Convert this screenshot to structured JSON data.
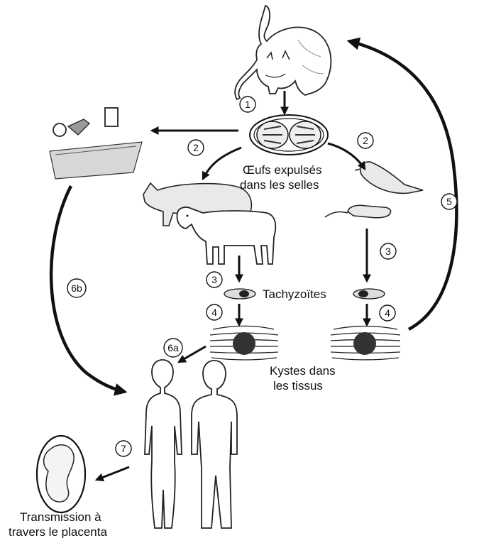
{
  "labels": {
    "eggs_line1": "Œufs expulsés",
    "eggs_line2": "dans les selles",
    "tachyzoites": "Tachyzoïtes",
    "cysts_line1": "Kystes dans",
    "cysts_line2": "les tissus",
    "placenta_line1": "Transmission à",
    "placenta_line2": "travers le placenta"
  },
  "steps": {
    "s1": "1",
    "s2a": "2",
    "s2b": "2",
    "s3a": "3",
    "s3b": "3",
    "s4a": "4",
    "s4b": "4",
    "s5": "5",
    "s6a": "6a",
    "s6b": "6b",
    "s7": "7"
  },
  "illustrations": {
    "cat": "cat-illustration",
    "food": "food-and-litter-illustration",
    "pig": "pig-illustration",
    "sheep": "sheep-illustration",
    "bird": "bird-illustration",
    "rodent": "rodent-illustration",
    "woman": "woman-illustration",
    "man": "man-illustration",
    "fetus": "fetus-illustration"
  }
}
